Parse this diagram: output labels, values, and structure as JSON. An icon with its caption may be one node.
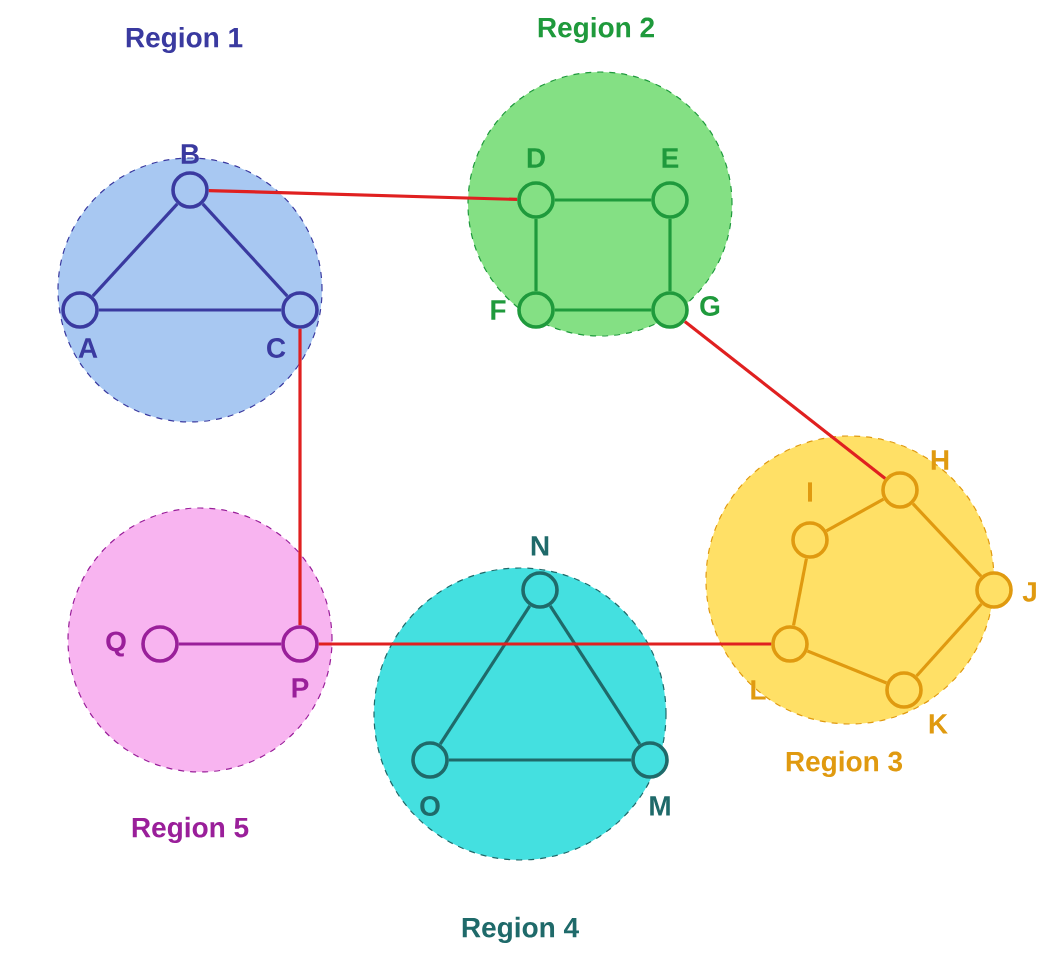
{
  "diagram": {
    "nodes": [
      {
        "text": [
          "Region 1"
        ]
      },
      {
        "text": [
          "B"
        ],
        "in": 0
      },
      {
        "text": [
          "A"
        ],
        "in": 0
      },
      {
        "text": [
          "C"
        ],
        "in": 0
      },
      {
        "text": [
          "Region 2"
        ]
      },
      {
        "text": [
          "D"
        ],
        "in": 4
      },
      {
        "text": [
          "E"
        ],
        "in": 4
      },
      {
        "text": [
          "F"
        ],
        "in": 4
      },
      {
        "text": [
          "G"
        ],
        "in": 4
      },
      {
        "text": [
          "Region 5"
        ]
      },
      {
        "text": [
          "Q"
        ],
        "in": 9
      },
      {
        "text": [
          "P"
        ],
        "in": 9
      },
      {
        "text": [
          "Region 4"
        ]
      },
      {
        "text": [
          "N"
        ],
        "in": 12
      },
      {
        "text": [
          "O"
        ],
        "in": 12
      },
      {
        "text": [
          "M"
        ],
        "in": 12
      },
      {
        "text": [
          "Region 3"
        ]
      },
      {
        "text": [
          "I"
        ],
        "in": 16
      },
      {
        "text": [
          "H"
        ],
        "in": 16
      },
      {
        "text": [
          "J"
        ],
        "in": 16
      },
      {
        "text": [
          "L"
        ],
        "in": 16
      },
      {
        "text": [
          "K"
        ],
        "in": 16
      }
    ],
    "edges": [
      {
        "from": 1,
        "to": 2,
        "arrow": "none",
        "color": "#3a3aa0"
      },
      {
        "from": 1,
        "to": 3,
        "arrow": "none",
        "color": "#3a3aa0"
      },
      {
        "from": 2,
        "to": 3,
        "arrow": "none",
        "color": "#3a3aa0"
      },
      {
        "from": 5,
        "to": 6,
        "arrow": "none",
        "color": "#1f9a3c"
      },
      {
        "from": 5,
        "to": 7,
        "arrow": "none",
        "color": "#1f9a3c"
      },
      {
        "from": 6,
        "to": 8,
        "arrow": "none",
        "color": "#1f9a3c"
      },
      {
        "from": 7,
        "to": 8,
        "arrow": "none",
        "color": "#1f9a3c"
      },
      {
        "from": 10,
        "to": 11,
        "arrow": "none",
        "color": "#9a1f9a"
      },
      {
        "from": 13,
        "to": 14,
        "arrow": "none",
        "color": "#1f6a6a"
      },
      {
        "from": 13,
        "to": 15,
        "arrow": "none",
        "color": "#1f6a6a"
      },
      {
        "from": 14,
        "to": 15,
        "arrow": "none",
        "color": "#1f6a6a"
      },
      {
        "from": 17,
        "to": 18,
        "arrow": "none",
        "color": "#e09a10"
      },
      {
        "from": 18,
        "to": 19,
        "arrow": "none",
        "color": "#e09a10"
      },
      {
        "from": 19,
        "to": 21,
        "arrow": "none",
        "color": "#e09a10"
      },
      {
        "from": 21,
        "to": 20,
        "arrow": "none",
        "color": "#e09a10"
      },
      {
        "from": 20,
        "to": 17,
        "arrow": "none",
        "color": "#e09a10"
      },
      {
        "from": 1,
        "to": 5,
        "arrow": "none",
        "color": "#e02020"
      },
      {
        "from": 3,
        "to": 11,
        "arrow": "none",
        "color": "#e02020"
      },
      {
        "from": 8,
        "to": 18,
        "arrow": "none",
        "color": "#e02020"
      },
      {
        "from": 11,
        "to": 20,
        "arrow": "none",
        "color": "#e02020"
      }
    ]
  }
}
